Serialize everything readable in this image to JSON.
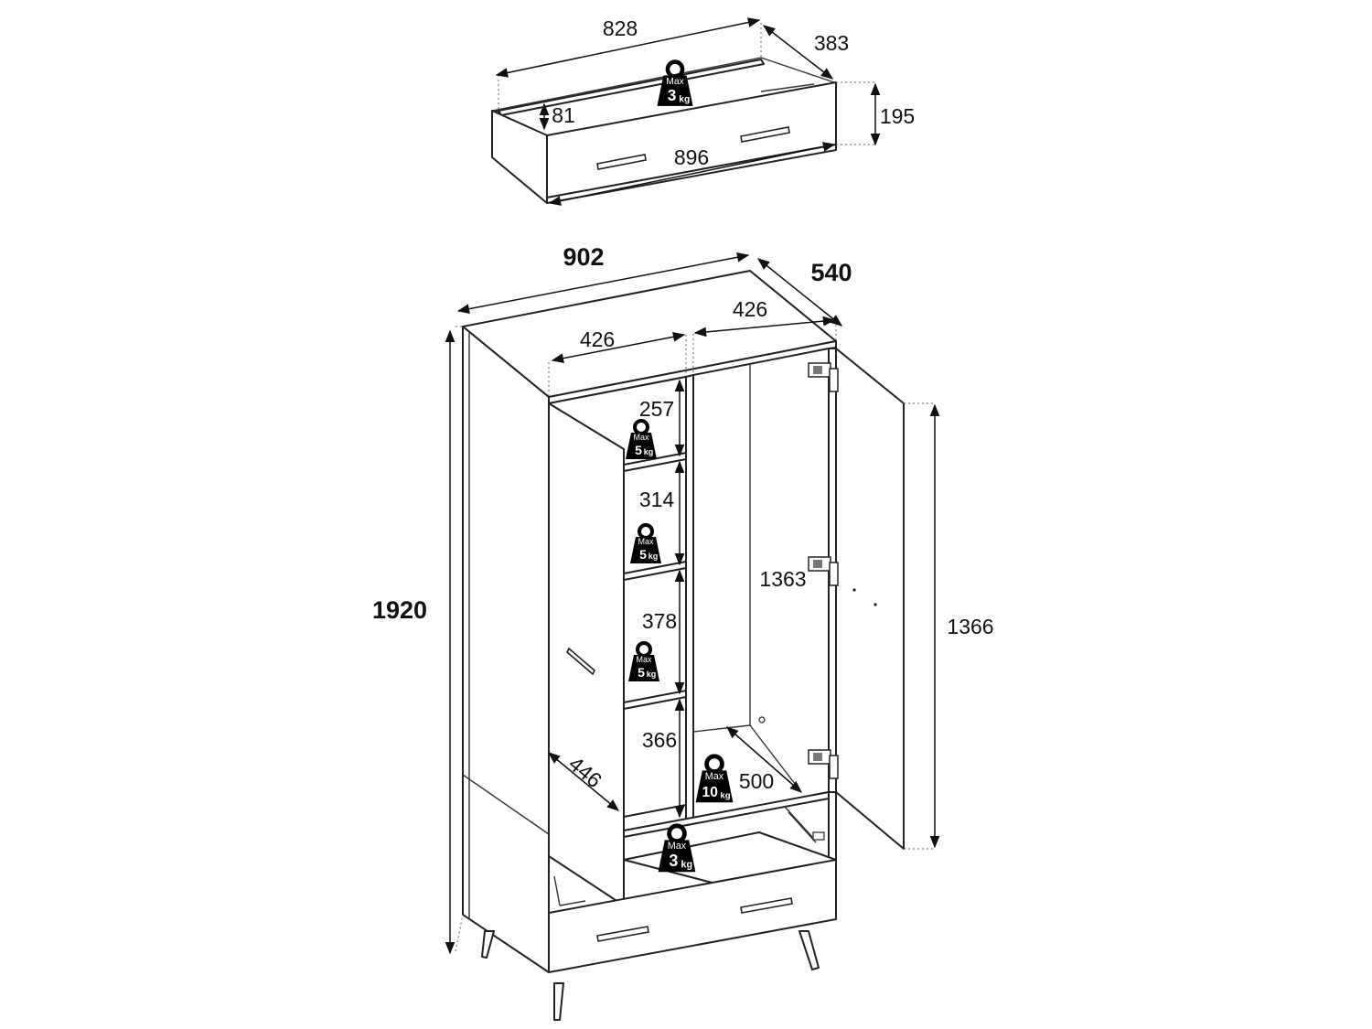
{
  "drawer": {
    "width": "828",
    "depth": "383",
    "height": "195",
    "inner_height": "81",
    "front_width": "896",
    "load": {
      "top": "Max",
      "value": "3",
      "unit": "kg"
    }
  },
  "wardrobe": {
    "width": "902",
    "depth": "540",
    "height": "1920",
    "left_section_width": "426",
    "right_section_width": "426",
    "shelf_gaps": [
      "257",
      "314",
      "378",
      "366"
    ],
    "shelf_depth": "446",
    "hanging_height": "1363",
    "rail_length": "500",
    "door_height": "1366",
    "shelf_loads": [
      {
        "top": "Max",
        "value": "5",
        "unit": "kg"
      },
      {
        "top": "Max",
        "value": "5",
        "unit": "kg"
      },
      {
        "top": "Max",
        "value": "5",
        "unit": "kg"
      }
    ],
    "rail_load": {
      "top": "Max",
      "value": "10",
      "unit": "kg"
    },
    "drawer_load": {
      "top": "Max",
      "value": "3",
      "unit": "kg"
    }
  }
}
